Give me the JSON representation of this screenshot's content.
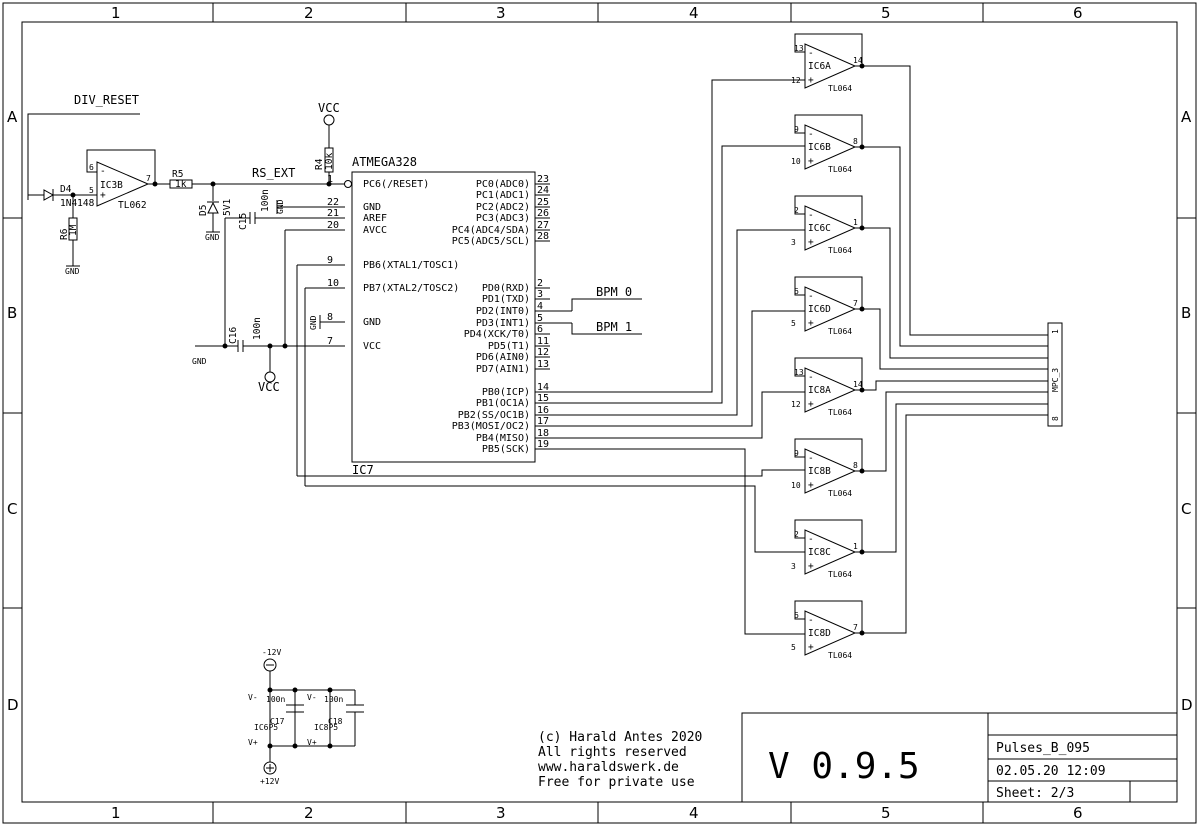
{
  "frame": {
    "columns": [
      "1",
      "2",
      "3",
      "4",
      "5",
      "6"
    ],
    "rows": [
      "A",
      "B",
      "C",
      "D"
    ]
  },
  "net_labels": {
    "div_reset": "DIV_RESET",
    "rs_ext": "RS_EXT",
    "bpm0": "BPM_0",
    "bpm1": "BPM_1",
    "vcc": "VCC",
    "gnd": "GND",
    "neg12": "-12V",
    "pos12": "+12V"
  },
  "components": {
    "d4": {
      "name": "D4",
      "value": "1N4148"
    },
    "r6": {
      "name": "R6",
      "value": "1M"
    },
    "ic3b": {
      "name": "IC3B",
      "value": "TL062"
    },
    "r5": {
      "name": "R5",
      "value": "1k"
    },
    "d5": {
      "name": "D5",
      "value": "5V1"
    },
    "r4": {
      "name": "R4",
      "value": "10k"
    },
    "c15": {
      "name": "C15",
      "value": "100n"
    },
    "c16": {
      "name": "C16",
      "value": "100n"
    },
    "c17": {
      "name": "C17",
      "value": "100n",
      "ic": "IC6P5"
    },
    "c18": {
      "name": "C18",
      "value": "100n",
      "ic": "IC8P5"
    },
    "ic7": {
      "name": "IC7",
      "value": "ATMEGA328"
    },
    "mpc3": {
      "name": "MPC_3"
    },
    "supply": {
      "vminus": "V-",
      "vplus": "V+"
    }
  },
  "mcu": {
    "left_pins": [
      {
        "num": "1",
        "name": "PC6(/RESET)"
      },
      {
        "num": "22",
        "name": "GND"
      },
      {
        "num": "21",
        "name": "AREF"
      },
      {
        "num": "20",
        "name": "AVCC"
      },
      {
        "num": "9",
        "name": "PB6(XTAL1/TOSC1)"
      },
      {
        "num": "10",
        "name": "PB7(XTAL2/TOSC2)"
      },
      {
        "num": "8",
        "name": "GND"
      },
      {
        "num": "7",
        "name": "VCC"
      }
    ],
    "right_pins": [
      {
        "num": "23",
        "name": "PC0(ADC0)"
      },
      {
        "num": "24",
        "name": "PC1(ADC1)"
      },
      {
        "num": "25",
        "name": "PC2(ADC2)"
      },
      {
        "num": "26",
        "name": "PC3(ADC3)"
      },
      {
        "num": "27",
        "name": "PC4(ADC4/SDA)"
      },
      {
        "num": "28",
        "name": "PC5(ADC5/SCL)"
      },
      {
        "num": "2",
        "name": "PD0(RXD)"
      },
      {
        "num": "3",
        "name": "PD1(TXD)"
      },
      {
        "num": "4",
        "name": "PD2(INT0)"
      },
      {
        "num": "5",
        "name": "PD3(INT1)"
      },
      {
        "num": "6",
        "name": "PD4(XCK/T0)"
      },
      {
        "num": "11",
        "name": "PD5(T1)"
      },
      {
        "num": "12",
        "name": "PD6(AIN0)"
      },
      {
        "num": "13",
        "name": "PD7(AIN1)"
      },
      {
        "num": "14",
        "name": "PB0(ICP)"
      },
      {
        "num": "15",
        "name": "PB1(OC1A)"
      },
      {
        "num": "16",
        "name": "PB2(SS/OC1B)"
      },
      {
        "num": "17",
        "name": "PB3(MOSI/OC2)"
      },
      {
        "num": "18",
        "name": "PB4(MISO)"
      },
      {
        "num": "19",
        "name": "PB5(SCK)"
      }
    ]
  },
  "opamps": [
    {
      "name": "IC6A",
      "value": "TL064",
      "inv": "13",
      "noninv": "12",
      "out": "14"
    },
    {
      "name": "IC6B",
      "value": "TL064",
      "inv": "9",
      "noninv": "10",
      "out": "8"
    },
    {
      "name": "IC6C",
      "value": "TL064",
      "inv": "2",
      "noninv": "3",
      "out": "1"
    },
    {
      "name": "IC6D",
      "value": "TL064",
      "inv": "6",
      "noninv": "5",
      "out": "7"
    },
    {
      "name": "IC8A",
      "value": "TL064",
      "inv": "13",
      "noninv": "12",
      "out": "14"
    },
    {
      "name": "IC8B",
      "value": "TL064",
      "inv": "9",
      "noninv": "10",
      "out": "8"
    },
    {
      "name": "IC8C",
      "value": "TL064",
      "inv": "2",
      "noninv": "3",
      "out": "1"
    },
    {
      "name": "IC8D",
      "value": "TL064",
      "inv": "6",
      "noninv": "5",
      "out": "7"
    }
  ],
  "ic3b_pins": {
    "inv": "6",
    "noninv": "5",
    "out": "7"
  },
  "connector_pins": [
    "1",
    "8"
  ],
  "notes": [
    "(c) Harald Antes 2020",
    "All rights reserved",
    "www.haraldswerk.de",
    "Free for private use"
  ],
  "title_block": {
    "version": "V 0.9.5",
    "name": "Pulses_B_095",
    "date": "02.05.20 12:09",
    "sheet": "Sheet: 2/3"
  }
}
